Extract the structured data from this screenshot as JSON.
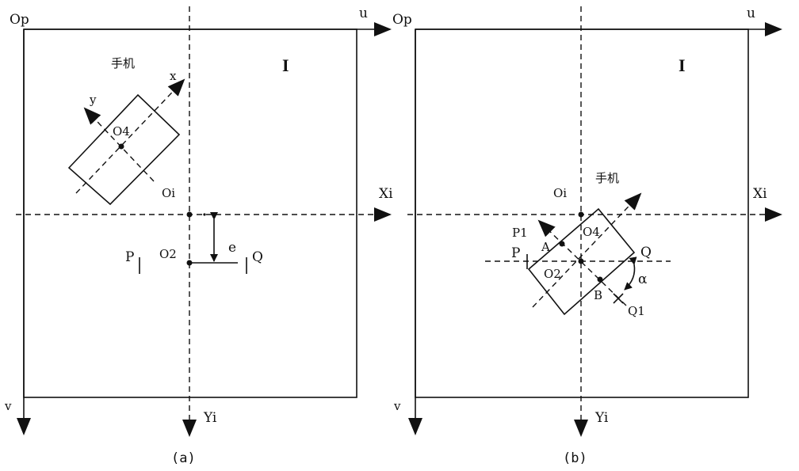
{
  "panel_a": {
    "origin": "Op",
    "u_axis": "u",
    "v_axis": "v",
    "region": "I",
    "phone": "手机",
    "x_axis": "x",
    "y_axis": "y",
    "o4": "O4",
    "oi": "Oi",
    "xi_axis": "Xi",
    "yi_axis": "Yi",
    "p": "P",
    "o2": "O2",
    "e": "e",
    "q": "Q",
    "caption": "(a)"
  },
  "panel_b": {
    "origin": "Op",
    "u_axis": "u",
    "v_axis": "v",
    "region": "I",
    "phone": "手机",
    "oi": "Oi",
    "xi_axis": "Xi",
    "yi_axis": "Yi",
    "p1": "P1",
    "o4": "O4",
    "a": "A",
    "p": "P",
    "o2": "O2",
    "q": "Q",
    "alpha": "α",
    "b": "B",
    "q1": "Q1",
    "caption": "(b)"
  }
}
